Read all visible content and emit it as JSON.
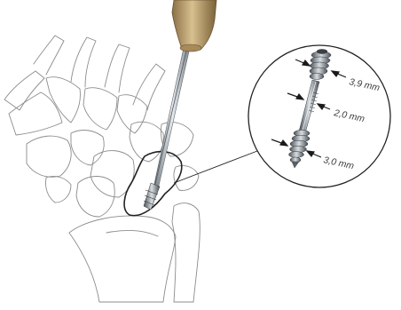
{
  "figure": {
    "subject": "screw-insertion-wrist-illustration",
    "colors": {
      "bone_outline": "#8c8c8c",
      "handle": "#b89b6a",
      "shaft": "#9aa3aa",
      "highlight_outline": "#222222",
      "label_text": "#3a3a3a"
    }
  },
  "callout": {
    "labels": {
      "head_diameter": "3,9 mm",
      "shaft_diameter": "2,0 mm",
      "tip_diameter": "3,0 mm"
    }
  }
}
